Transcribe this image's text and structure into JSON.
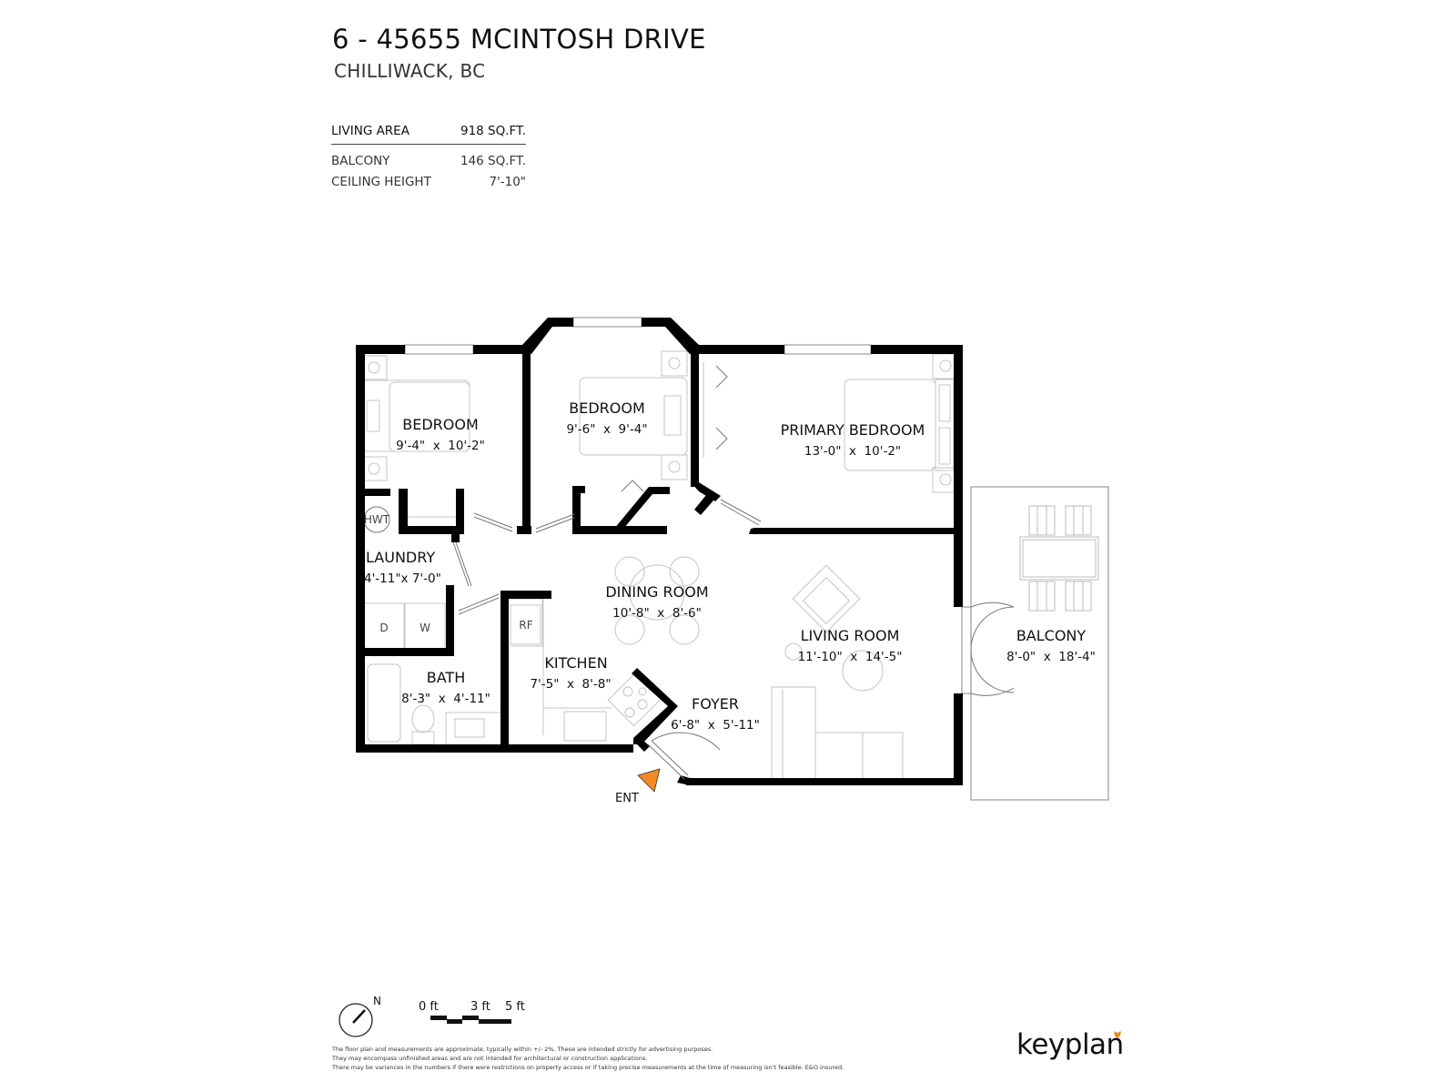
{
  "header": {
    "title": "6 - 45655 MCINTOSH DRIVE",
    "subtitle": "CHILLIWACK, BC"
  },
  "stats": {
    "living_area": {
      "label": "LIVING AREA",
      "value": "918 SQ.FT."
    },
    "balcony": {
      "label": "BALCONY",
      "value": "146 SQ.FT."
    },
    "ceiling_height": {
      "label": "CEILING HEIGHT",
      "value": "7'-10\""
    }
  },
  "rooms": {
    "bedroom_1": {
      "name": "BEDROOM",
      "dims": "9'-4\"  x  10'-2\""
    },
    "bedroom_2": {
      "name": "BEDROOM",
      "dims": "9'-6\"  x  9'-4\""
    },
    "primary_bedroom": {
      "name": "PRIMARY BEDROOM",
      "dims": "13'-0\"  x  10'-2\""
    },
    "laundry": {
      "name": "LAUNDRY",
      "dims": "4'-11\"x 7'-0\""
    },
    "dining_room": {
      "name": "DINING ROOM",
      "dims": "10'-8\"  x  8'-6\""
    },
    "living_room": {
      "name": "LIVING ROOM",
      "dims": "11'-10\"  x  14'-5\""
    },
    "balcony": {
      "name": "BALCONY",
      "dims": "8'-0\"  x  18'-4\""
    },
    "kitchen": {
      "name": "KITCHEN",
      "dims": "7'-5\"  x  8'-8\""
    },
    "bath": {
      "name": "BATH",
      "dims": "8'-3\"  x  4'-11\""
    },
    "foyer": {
      "name": "FOYER",
      "dims": "6'-8\"  x  5'-11\""
    }
  },
  "fixtures": {
    "hwt": "HWT",
    "dryer": "D",
    "washer": "W",
    "fridge": "RF"
  },
  "entry": {
    "label": "ENT",
    "color": "#f08a24"
  },
  "compass": {
    "label": "N"
  },
  "scale_bar": {
    "labels": [
      "0 ft",
      "3 ft",
      "5 ft"
    ]
  },
  "disclaimer": [
    "The floor plan and measurements are approximate, typically within +/- 2%. These are intended strictly for advertising purposes.",
    "They may encompass unfinished areas and are not intended for architectural or construction applications.",
    "There may be variances in the numbers if there were restrictions on property access or if taking precise measurements at the time of measuring isn't feasible. E&O insured."
  ],
  "brand": {
    "name": "keyplan",
    "accent": "#f08a24"
  },
  "colors": {
    "wall": "#000000",
    "furniture": "#bdbdbd",
    "text": "#111111"
  }
}
